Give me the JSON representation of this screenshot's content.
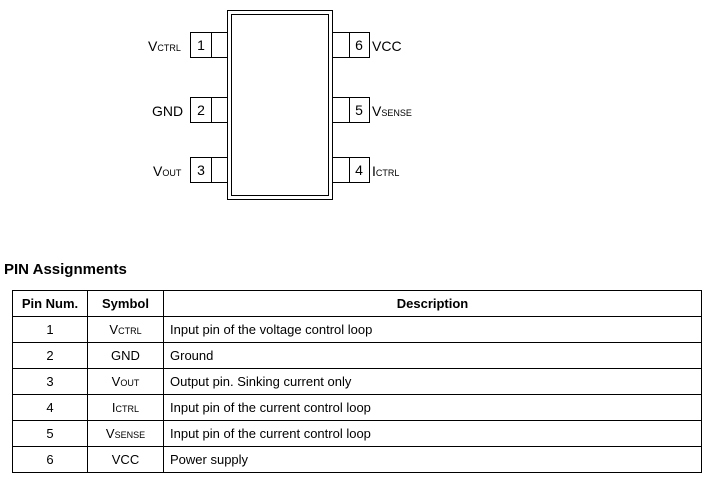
{
  "diagram": {
    "pins": [
      {
        "num": "1",
        "main": "V",
        "sub": "CTRL"
      },
      {
        "num": "2",
        "main": "GND",
        "sub": ""
      },
      {
        "num": "3",
        "main": "V",
        "sub": "OUT"
      },
      {
        "num": "4",
        "main": "I",
        "sub": "CTRL"
      },
      {
        "num": "5",
        "main": "V",
        "sub": "SENSE"
      },
      {
        "num": "6",
        "main": "VCC",
        "sub": ""
      }
    ]
  },
  "section_title": "PIN Assignments",
  "table": {
    "headers": [
      "Pin Num.",
      "Symbol",
      "Description"
    ],
    "rows": [
      {
        "pin": "1",
        "sym_main": "V",
        "sym_sub": "CTRL",
        "desc": "Input pin of the voltage control loop"
      },
      {
        "pin": "2",
        "sym_main": "GND",
        "sym_sub": "",
        "desc": "Ground"
      },
      {
        "pin": "3",
        "sym_main": "V",
        "sym_sub": "OUT",
        "desc": "Output pin. Sinking current only"
      },
      {
        "pin": "4",
        "sym_main": "I",
        "sym_sub": "CTRL",
        "desc": "Input pin of the current control loop"
      },
      {
        "pin": "5",
        "sym_main": "V",
        "sym_sub": "SENSE",
        "desc": "Input pin of the current control loop"
      },
      {
        "pin": "6",
        "sym_main": "VCC",
        "sym_sub": "",
        "desc": "Power supply"
      }
    ]
  }
}
